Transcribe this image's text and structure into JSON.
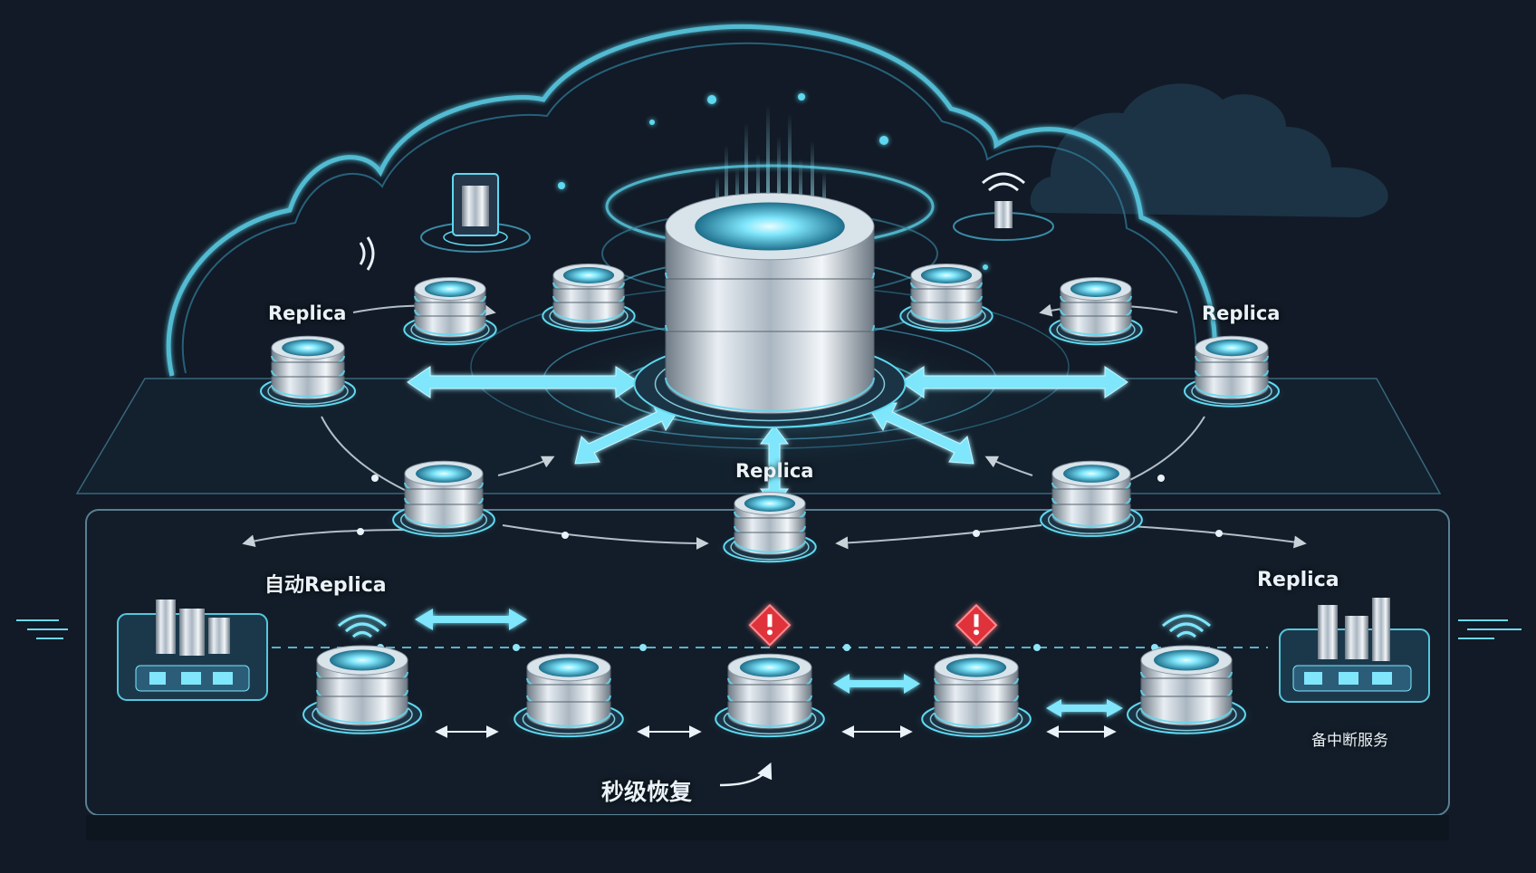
{
  "labels": {
    "replica_left": "Replica",
    "replica_right": "Replica",
    "replica_center": "Replica",
    "auto_replica": "自动Replica",
    "replica_lower_right": "Replica",
    "no_interruption": "备中断服务",
    "second_recovery": "秒级恢复"
  },
  "colors": {
    "background": "#111a26",
    "cyan": "#5fd8f0",
    "cyan_glow": "#9ff0ff",
    "warning_red": "#e0303a",
    "silver": "#c9d3dc"
  },
  "icons": {
    "main_database": "database-stack-icon",
    "replica_node": "database-node-icon",
    "warning": "warning-diamond-icon",
    "wifi": "wifi-icon",
    "server": "server-tower-icon",
    "city": "city-buildings-icon",
    "cloud": "cloud-icon"
  }
}
